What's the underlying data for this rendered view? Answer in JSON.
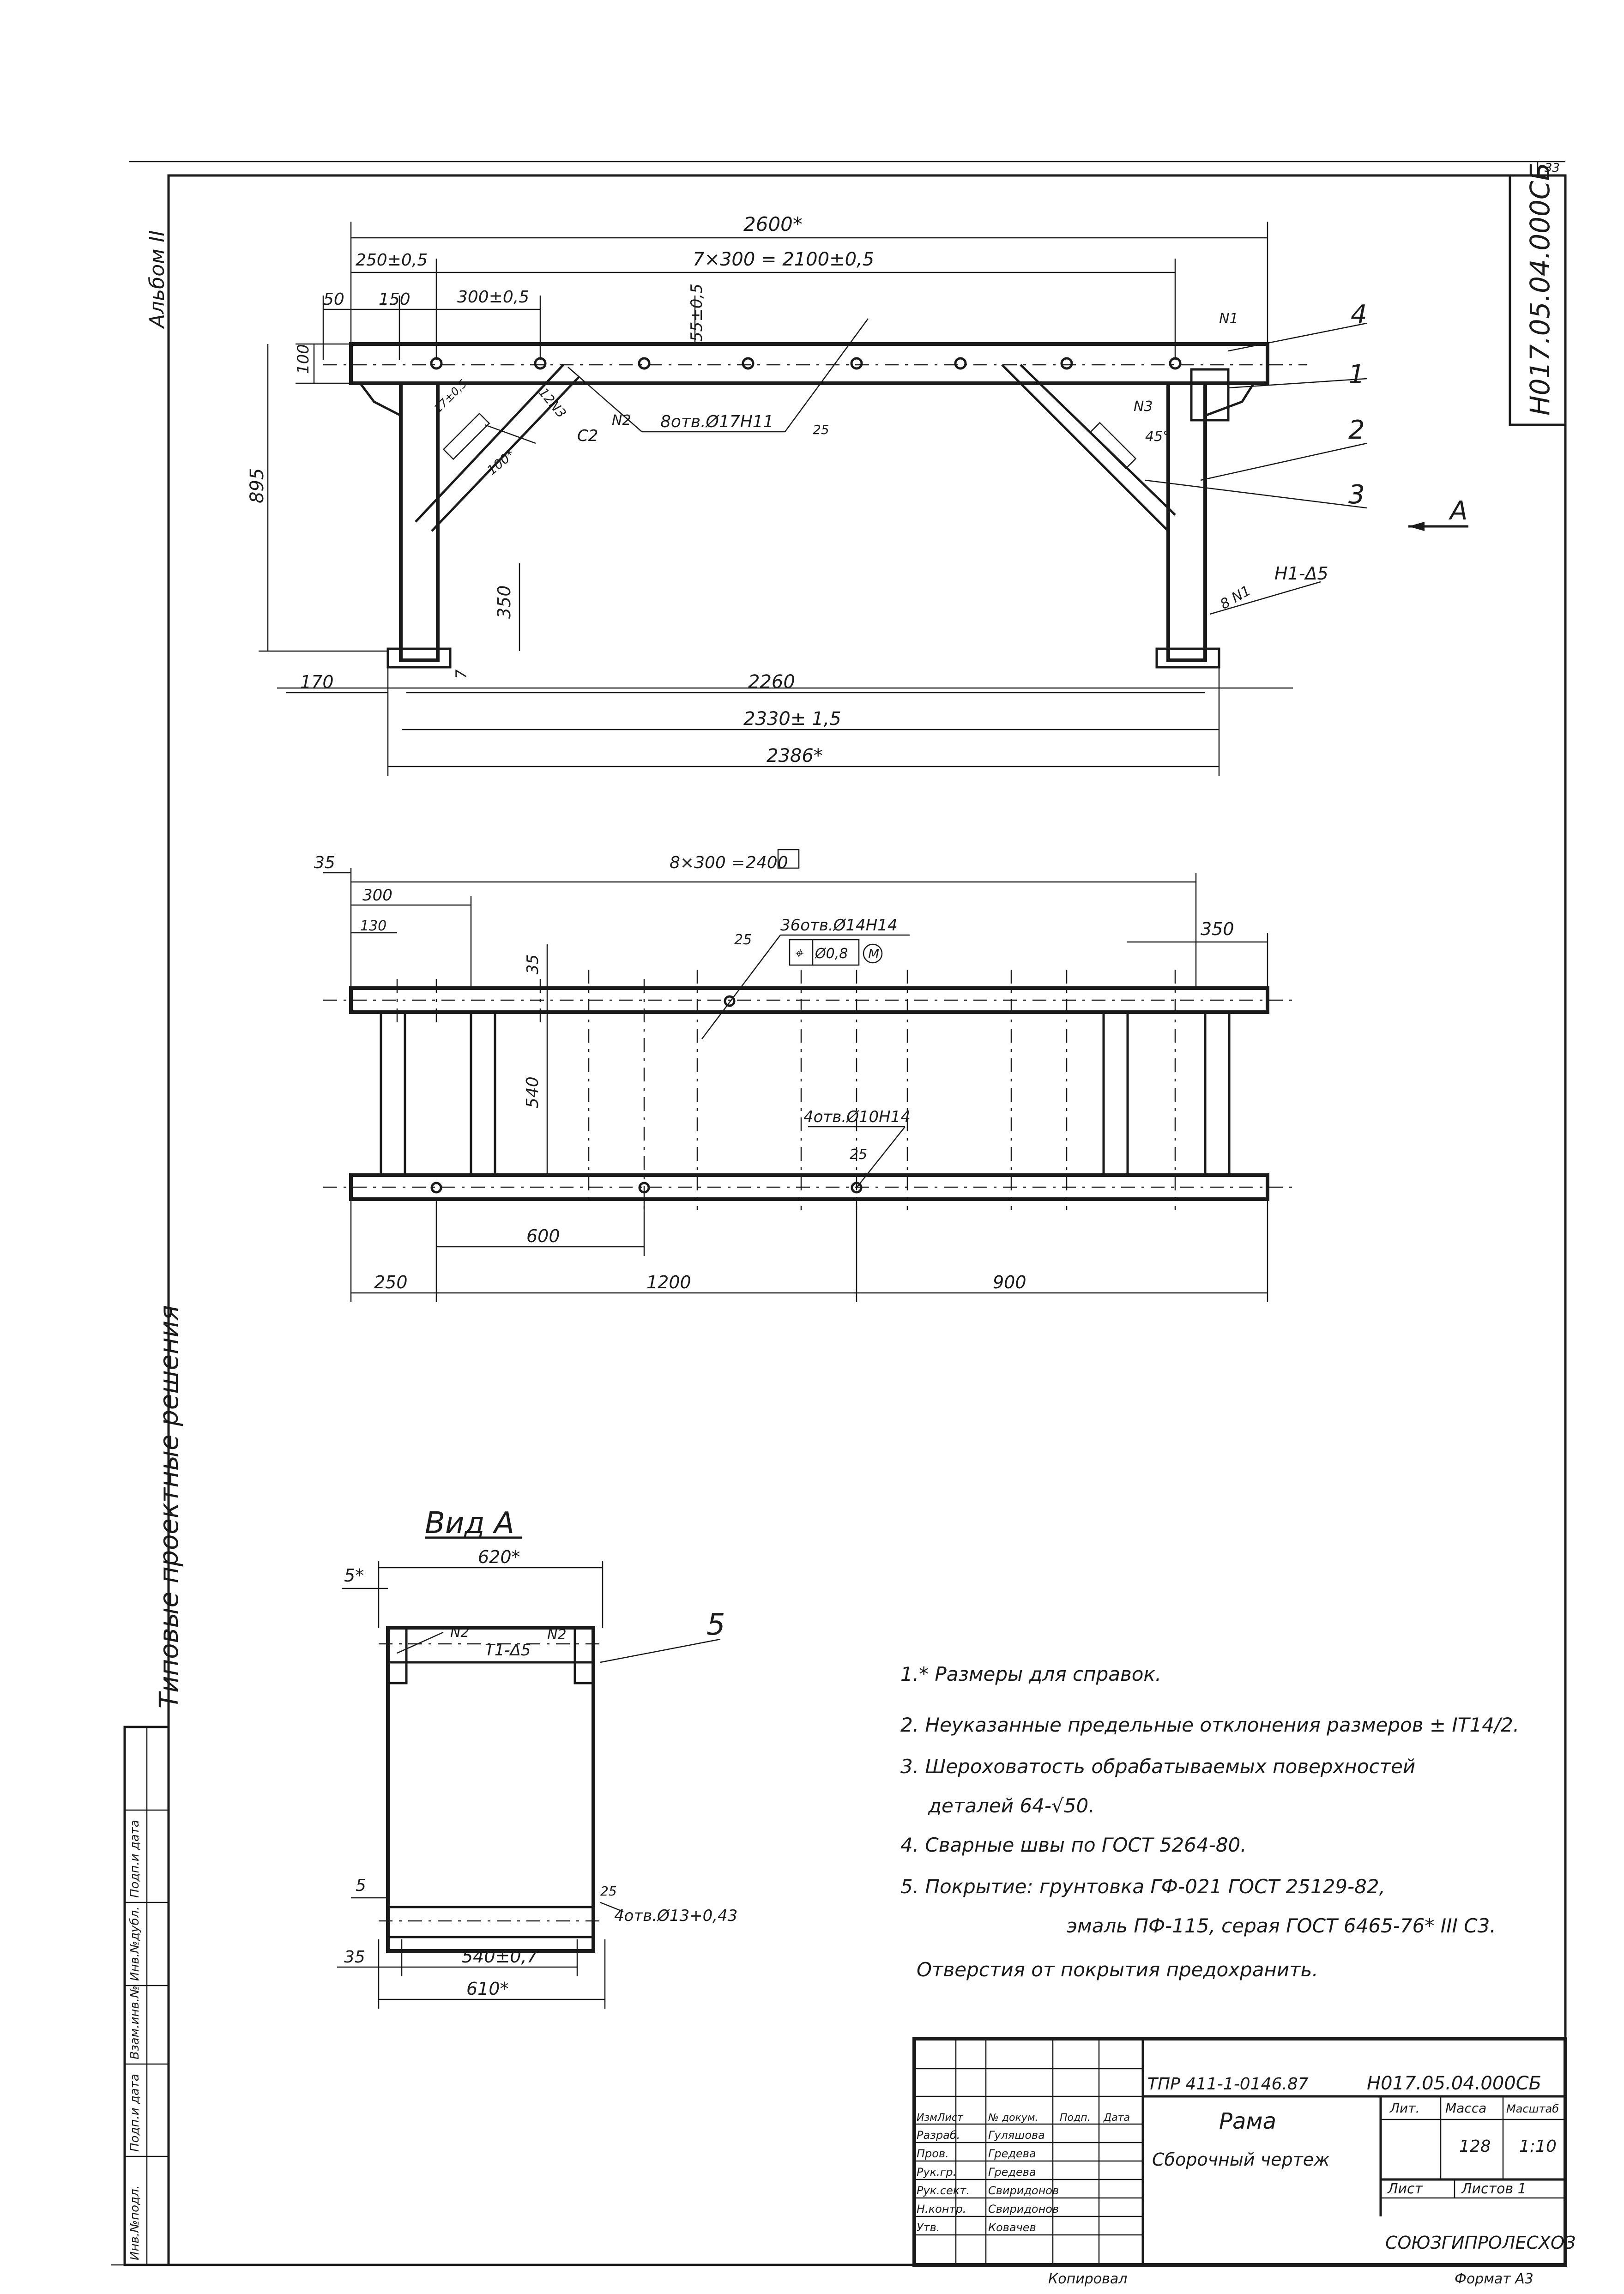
{
  "sheet": {
    "corner_sheet_no": "33",
    "doc_code_vertical": "Н017.05.04.000СБ",
    "album_label": "Альбом II",
    "series_label": "Типовые проектные решения",
    "side_stamp": [
      "Инв.№подл.",
      "Подп.и дата",
      "Взам.инв.№",
      "Инв.№дубл.",
      "Подп.и дата"
    ],
    "copied_by": "Копировал",
    "format": "Формат А3"
  },
  "front_view": {
    "dims": {
      "overall": "2600*",
      "pitch": "7×300 = 2100±0,5",
      "first": "250±0,5",
      "pitch_one": "300±0,5",
      "d50": "50",
      "d150": "150",
      "d55": "55±0,5",
      "d100": "100",
      "height": "895",
      "d350": "350",
      "d7": "7",
      "d170": "170",
      "inner": "2260",
      "span": "2330± 1,5",
      "outer": "2386*"
    },
    "callouts": {
      "holes": "8отв.Ø17Н11",
      "weld_c2": "C2",
      "weld_n2": "N2",
      "weld_n3_left": "12N3",
      "weld_n3_right": "N3",
      "weld_n1_top": "N1",
      "weld_h1": "Н1-Δ5",
      "weld_8n1": "8 N1",
      "angle": "45°",
      "d100_slot": "100*",
      "slot": "17±0,5",
      "rough": "25"
    },
    "positions": [
      "4",
      "1",
      "2",
      "3"
    ],
    "view_arrow": "A"
  },
  "plan_view": {
    "dims": {
      "d35": "35",
      "pitch": "8×300 =",
      "pitch_box": "2400",
      "d300": "300",
      "d130": "130",
      "d35v": "35",
      "d540": "540",
      "d350": "350",
      "d600": "600",
      "d250": "250",
      "d1200": "1200",
      "d900": "900"
    },
    "callouts": {
      "holes_36": "36отв.Ø14Н14",
      "tol": "Ø0,8",
      "tol_m": "M",
      "holes_4": "4отв.Ø10Н14",
      "rough1": "25",
      "rough2": "25"
    }
  },
  "view_a": {
    "title": "Вид А",
    "dims": {
      "width": "620*",
      "d5star": "5*",
      "d5": "5",
      "d35": "35",
      "inner": "540±0,7",
      "outer": "610*"
    },
    "callouts": {
      "n2_left": "N2",
      "t1": "Т1-Δ5",
      "n2_right": "N2",
      "holes": "4отв.Ø13+0,43",
      "rough": "25",
      "position": "5"
    }
  },
  "notes": [
    "1.* Размеры для справок.",
    "2. Неуказанные предельные отклонения размеров ± IT14/2.",
    "3. Шероховатость обрабатываемых поверхностей",
    "деталей 64-√50.",
    "4. Сварные швы по ГОСТ 5264-80.",
    "5. Покрытие: грунтовка ГФ-021 ГОСТ 25129-82,",
    "эмаль ПФ-115, серая ГОСТ 6465-76* III С3.",
    "Отверстия от покрытия предохранить."
  ],
  "title_block": {
    "project_ref": "ТПР 411-1-0146.87",
    "doc_code": "Н017.05.04.000СБ",
    "name": "Рама",
    "subtitle": "Сборочный чертеж",
    "header_cols": [
      "Изм.",
      "Лист",
      "№ докум.",
      "Подп.",
      "Дата"
    ],
    "roles": [
      "Разраб.",
      "Пров.",
      "Рук.гр.",
      "Рук.сект.",
      "Н.контр.",
      "Утв."
    ],
    "names": [
      "Гуляшова",
      "Гредева",
      "Гредева",
      "Свиридонов",
      "Свиридонов",
      "Ковачев"
    ],
    "lit_label": "Лит.",
    "mass_label": "Масса",
    "scale_label": "Масштаб",
    "mass": "128",
    "scale": "1:10",
    "sheet_label": "Лист",
    "sheets_label": "Листов 1",
    "org": "СОЮЗГИПРОЛЕСХОЗ"
  }
}
